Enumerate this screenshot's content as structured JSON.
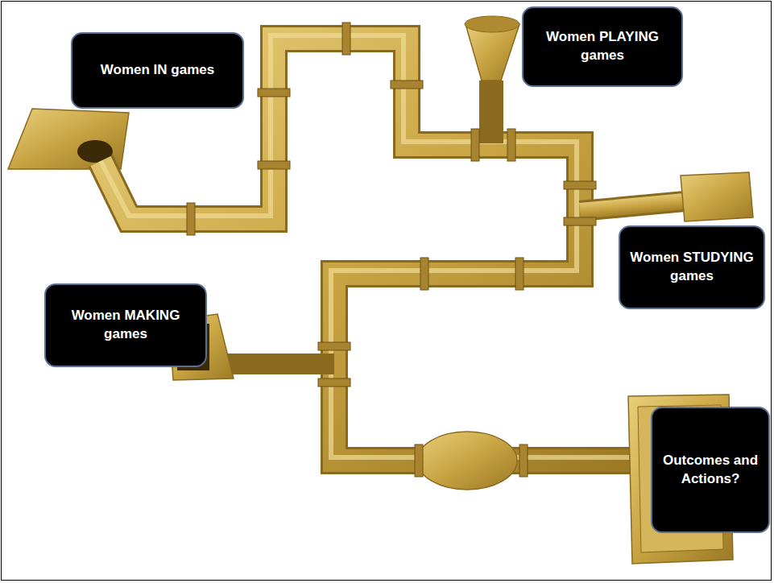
{
  "diagram": {
    "nodes": [
      {
        "text": [
          "Women IN games"
        ]
      },
      {
        "text": [
          "Women PLAYING games"
        ]
      },
      {
        "text": [
          "Women STUDYING games"
        ]
      },
      {
        "text": [
          "Women MAKING games"
        ]
      },
      {
        "text": [
          "Outcomes and Actions?"
        ]
      }
    ]
  }
}
